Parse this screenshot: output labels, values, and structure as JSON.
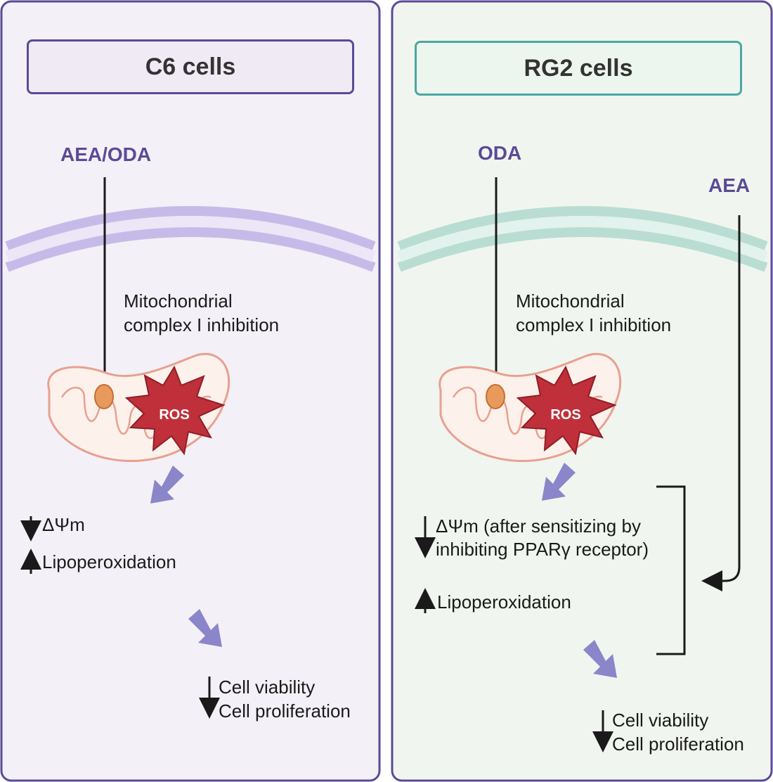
{
  "panels": {
    "c6": {
      "title": "C6 cells",
      "agent": "AEA/ODA",
      "target": "Mitochondrial\ncomplex I inhibition",
      "ros": "ROS",
      "delta_psi": "ΔΨm",
      "lipoperoxidation": "Lipoperoxidation",
      "cell_viability": "Cell viability",
      "cell_proliferation": "Cell proliferation"
    },
    "rg2": {
      "title": "RG2 cells",
      "agent_oda": "ODA",
      "agent_aea": "AEA",
      "target": "Mitochondrial\ncomplex I inhibition",
      "ros": "ROS",
      "delta_psi_line1": "ΔΨm (after sensitizing by",
      "delta_psi_line2": "inhibiting PPARγ receptor)",
      "lipoperoxidation": "Lipoperoxidation",
      "cell_viability": "Cell viability",
      "cell_proliferation": "Cell proliferation"
    }
  },
  "colors": {
    "c6_panel_fill": "#f4f0f7",
    "c6_accent": "#c6bbe8",
    "rg2_panel_fill": "#f1f5f0",
    "rg2_accent": "#b9ddd3",
    "panel_border": "#5b4a96",
    "agent_text": "#5b4a96",
    "ros_fill": "#c0303a",
    "mito_outline": "#e8a090",
    "arrow_fill": "#8b85c9"
  },
  "icons": [
    "down-arrow-icon",
    "up-arrow-icon",
    "inhibition-bar-icon",
    "ros-burst-icon",
    "mitochondrion-icon"
  ]
}
